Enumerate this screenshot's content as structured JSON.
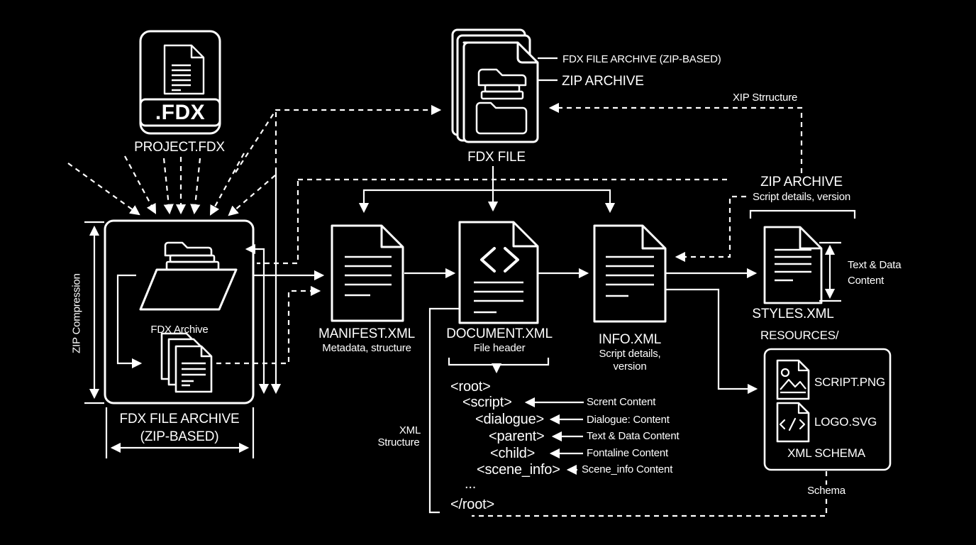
{
  "diagram": {
    "colors": {
      "background": "#000000",
      "foreground": "#ffffff"
    },
    "project": {
      "badge": ".FDX",
      "label": "PROJECT.FDX"
    },
    "fdx_file": {
      "label": "FDX FILE",
      "callout_archive": "FDX FILE ARCHIVE (ZIP-BASED)",
      "callout_zip": "ZIP ARCHIVE"
    },
    "xip_structure_label": "XIP Strructure",
    "zip_archive_right": {
      "title": "ZIP ARCHIVE",
      "subtitle": "Script details, version"
    },
    "archive_box": {
      "folder_label": "FDX Archive",
      "side_label": "ZIP Compression",
      "caption_line1": "FDX FILE ARCHIVE",
      "caption_line2": "(ZIP-BASED)"
    },
    "manifest": {
      "title": "MANIFEST.XML",
      "subtitle": "Metadata, structure"
    },
    "document": {
      "title": "DOCUMENT.XML",
      "subtitle": "File header"
    },
    "info": {
      "title": "INFO.XML",
      "subtitle1": "Script details,",
      "subtitle2": "version"
    },
    "styles": {
      "title": "STYLES.XML",
      "measure_line1": "Text & Data",
      "measure_line2": "Content"
    },
    "resources": {
      "title": "RESOURCES/",
      "items": [
        {
          "name": "SCRIPT.PNG",
          "icon": "image-file-icon"
        },
        {
          "name": "LOGO.SVG",
          "icon": "code-file-icon"
        }
      ],
      "footer": "XML SCHEMA",
      "schema_label": "Schema"
    },
    "xml_structure_label": {
      "line1": "XML",
      "line2": "Structure"
    },
    "tree": {
      "nodes": [
        {
          "tag": "<root>",
          "note": ""
        },
        {
          "tag": "<script>",
          "note": "Scrent Content"
        },
        {
          "tag": "<dialogue>",
          "note": "Dialogue: Content"
        },
        {
          "tag": "<parent>",
          "note": "Text & Data Content"
        },
        {
          "tag": "<child>",
          "note": "Fontaline Content"
        },
        {
          "tag": "<scene_info>",
          "note": "Scene_info Content"
        },
        {
          "tag": "...",
          "note": ""
        },
        {
          "tag": "</root>",
          "note": ""
        }
      ]
    }
  }
}
